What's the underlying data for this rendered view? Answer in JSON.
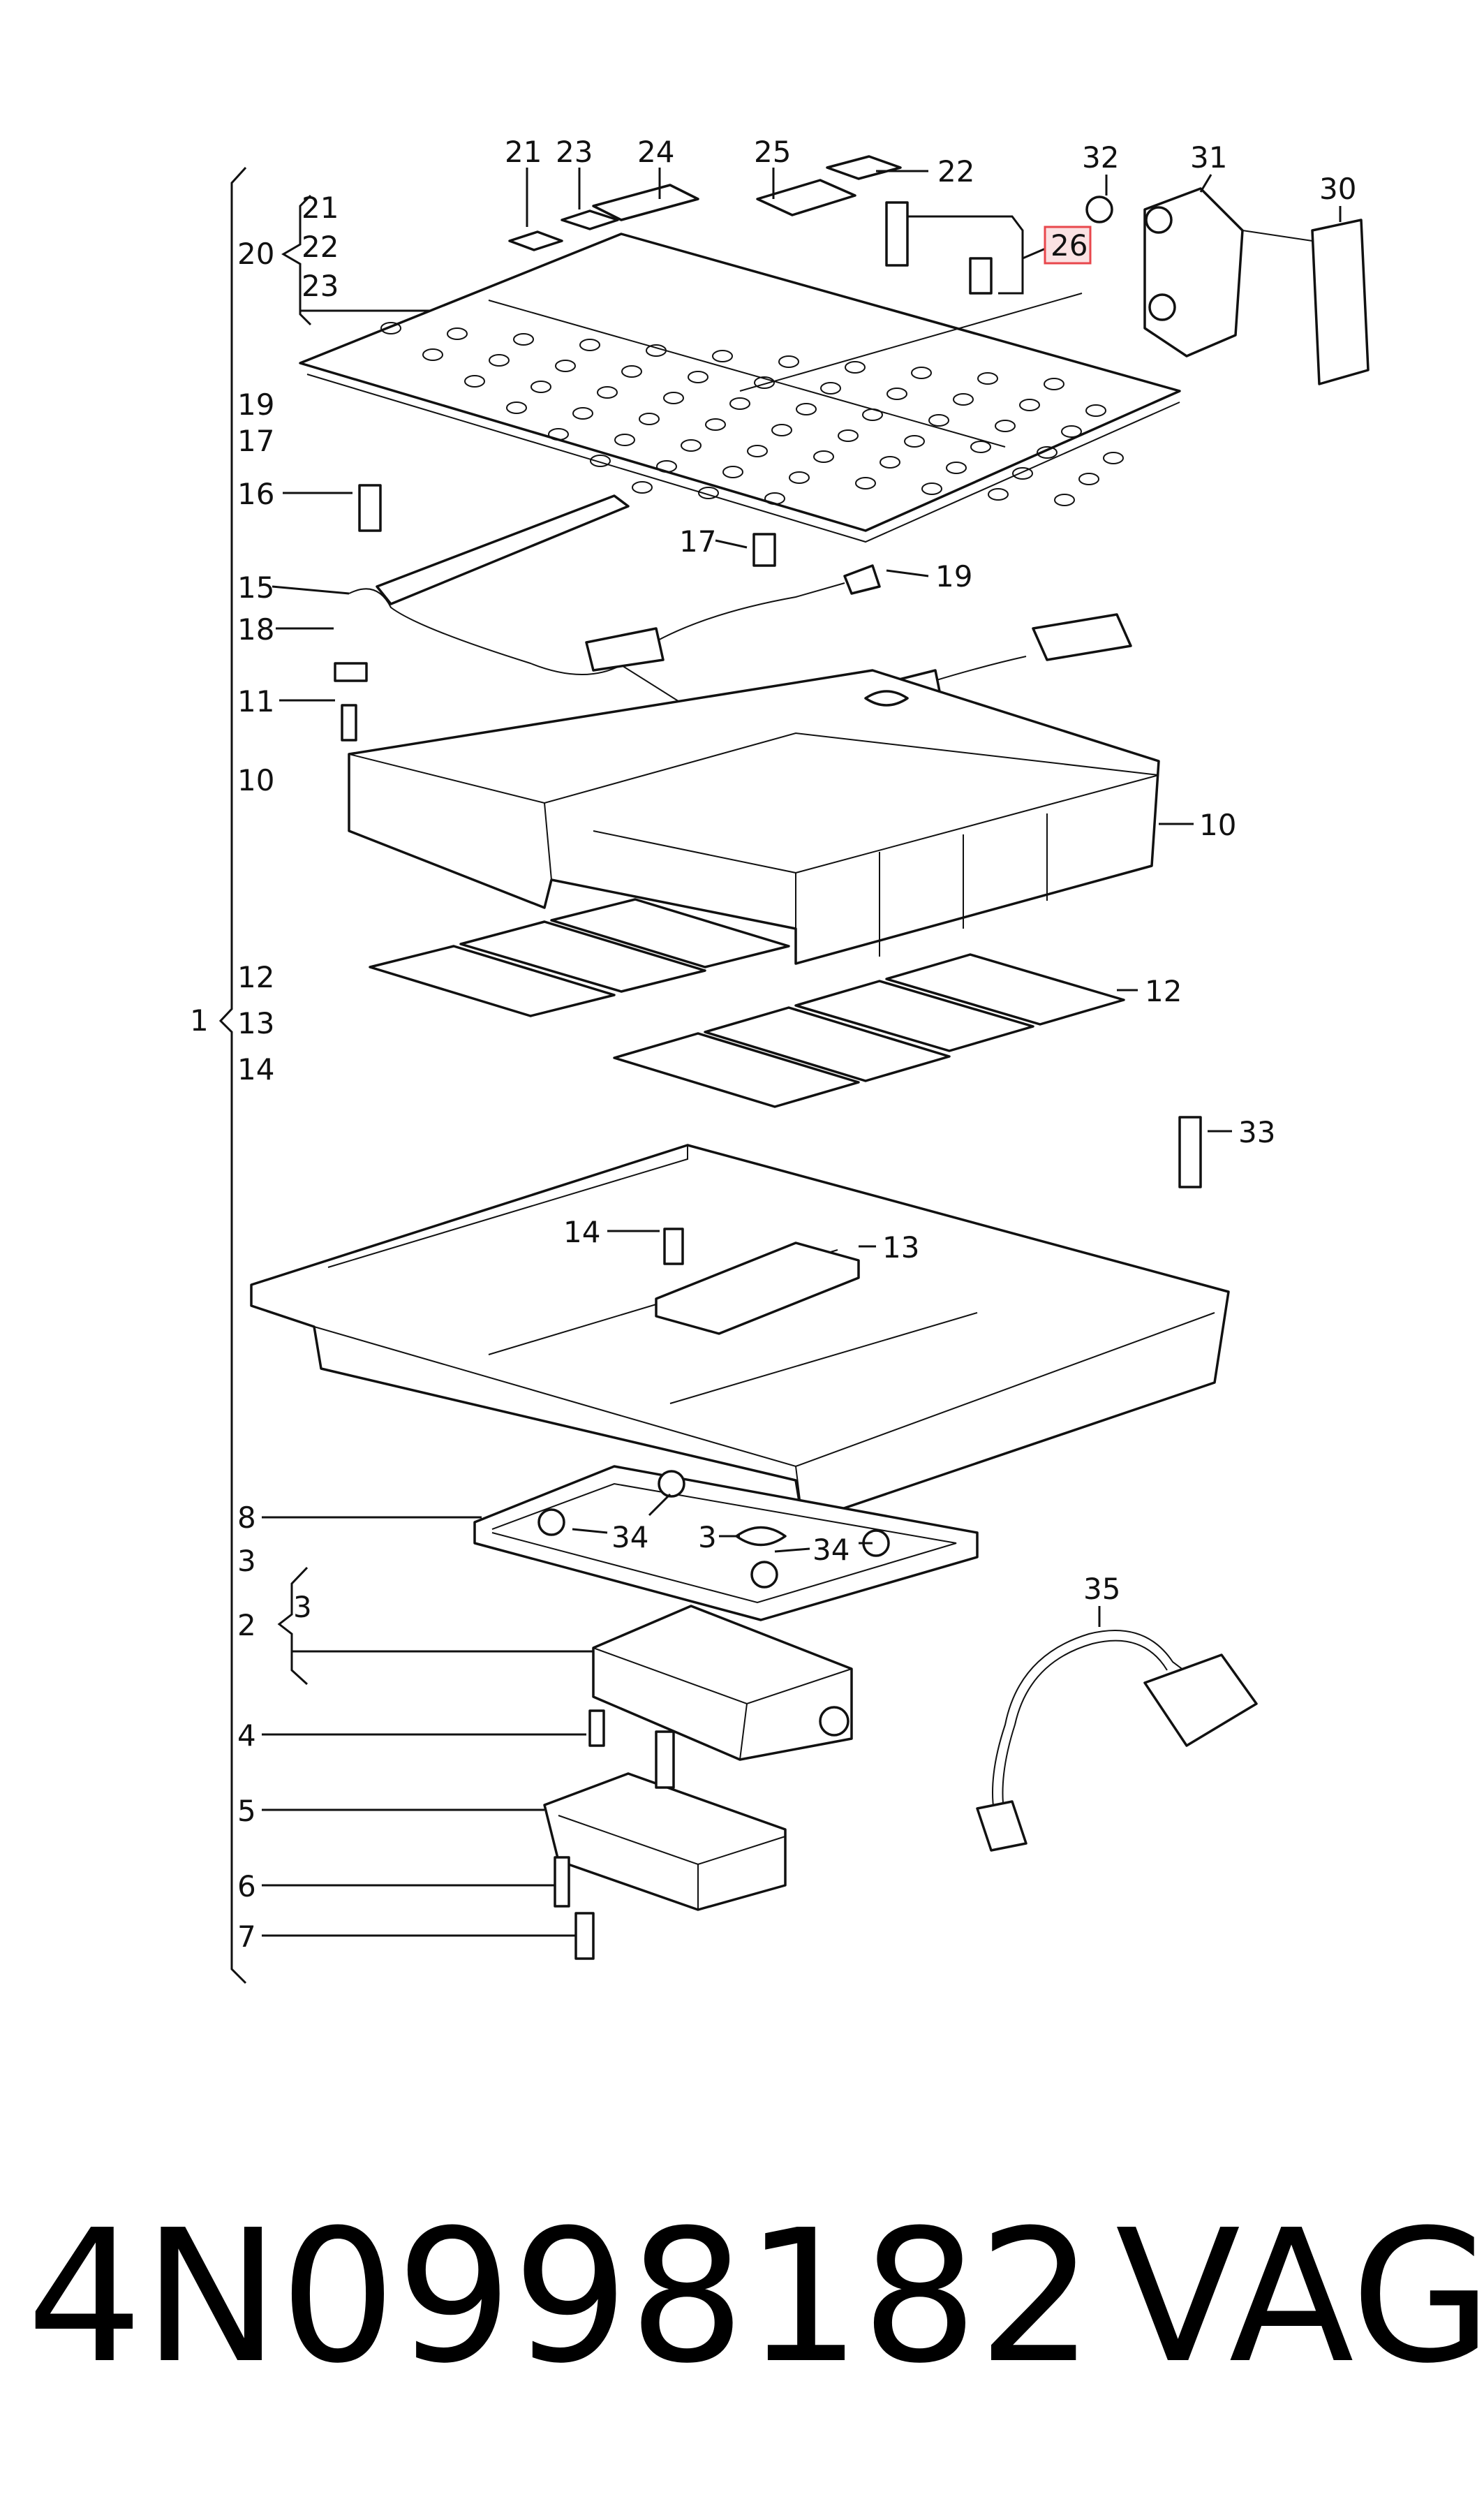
{
  "labels": {
    "l1": "1",
    "l2": "2",
    "l3a": "3",
    "l3b": "3",
    "l3c": "3",
    "l4": "4",
    "l5": "5",
    "l6": "6",
    "l7": "7",
    "l8": "8",
    "l10a": "10",
    "l10b": "10",
    "l11": "11",
    "l12a": "12",
    "l12b": "12",
    "l13a": "13",
    "l13b": "13",
    "l14a": "14",
    "l14b": "14",
    "l15": "15",
    "l16": "16",
    "l17a": "17",
    "l17b": "17",
    "l18": "18",
    "l19a": "19",
    "l19b": "19",
    "l20": "20",
    "l21a": "21",
    "l21b": "21",
    "l22a": "22",
    "l22b": "22",
    "l23a": "23",
    "l23b": "23",
    "l24": "24",
    "l25": "25",
    "l26": "26",
    "l30": "30",
    "l31": "31",
    "l32": "32",
    "l33": "33",
    "l34a": "34",
    "l34b": "34",
    "l35": "35"
  },
  "highlight_color": "#e8474c",
  "highlight_fill": "#fbe2e3",
  "footer": {
    "part_number": "4N0998182",
    "brand": "VAG"
  }
}
